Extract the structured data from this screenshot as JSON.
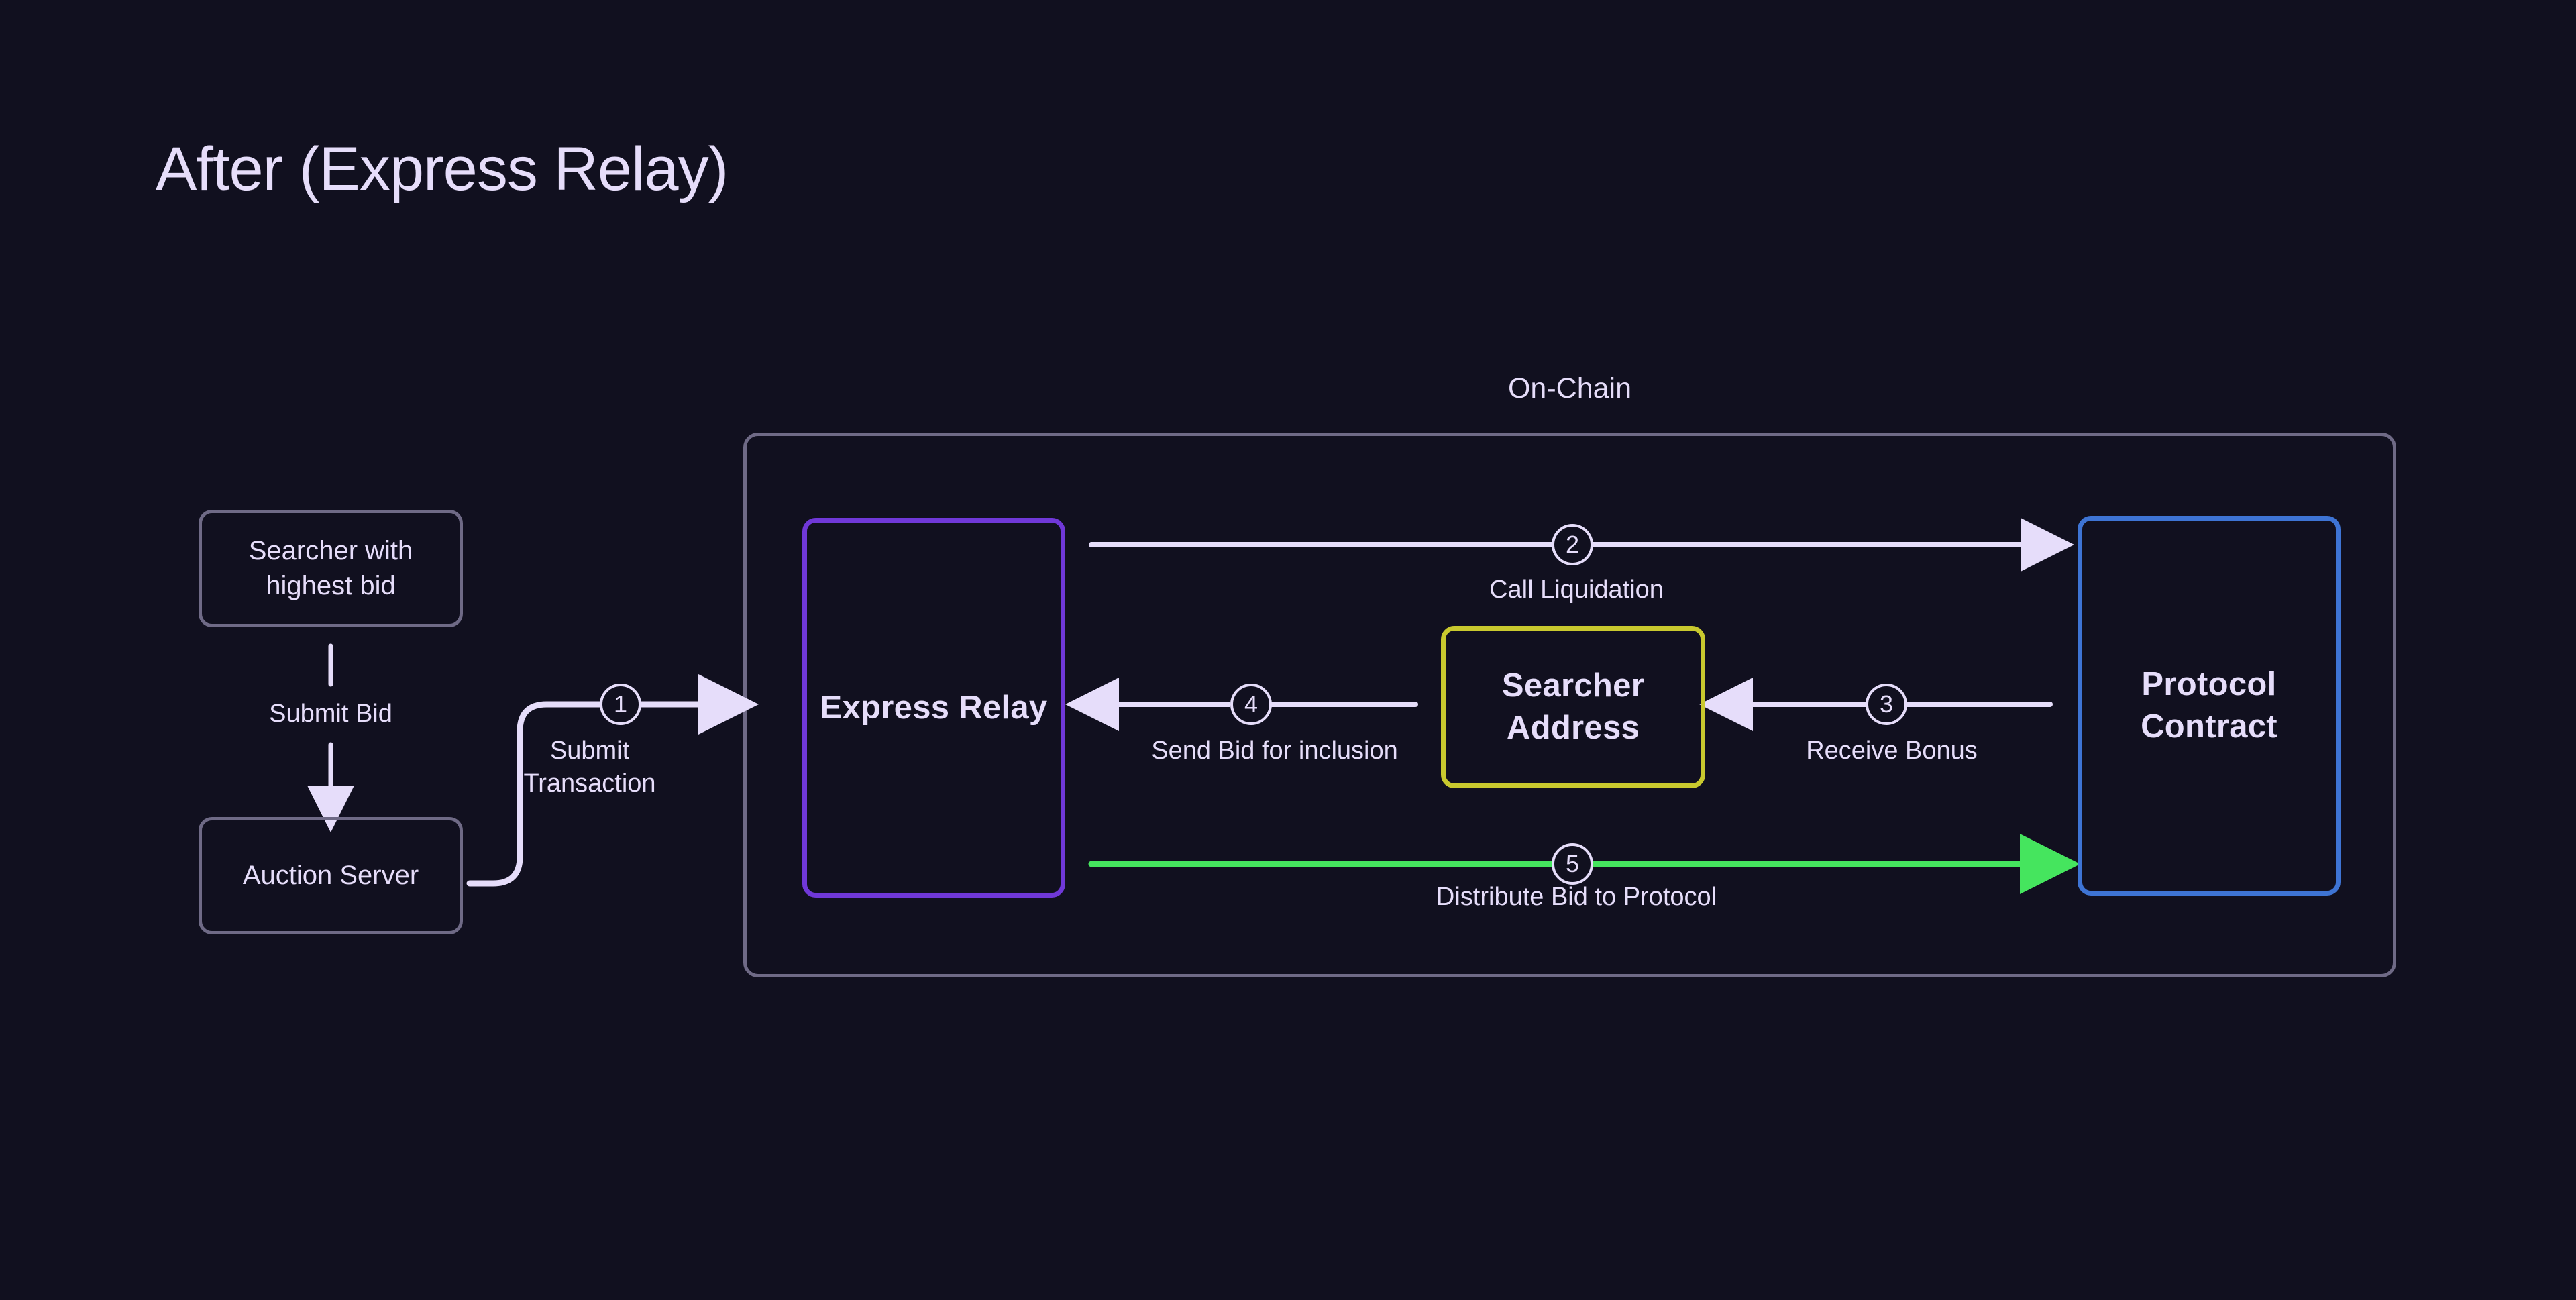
{
  "page": {
    "title": "After (Express Relay)",
    "background_color": "#11101f",
    "text_color": "#e6ddfa"
  },
  "onchain_group": {
    "label": "On-Chain",
    "border_color": "#6f6a86"
  },
  "nodes": [
    {
      "id": "searcher-with-highest-bid",
      "label": "Searcher with\nhighest bid",
      "style": "plain",
      "border_color": "#6f6a86"
    },
    {
      "id": "auction-server",
      "label": "Auction Server",
      "style": "plain",
      "border_color": "#6f6a86"
    },
    {
      "id": "express-relay",
      "label": "Express\nRelay",
      "style": "accent",
      "border_color": "#7038d8"
    },
    {
      "id": "searcher-address",
      "label": "Searcher\nAddress",
      "style": "accent",
      "border_color": "#c9c92e"
    },
    {
      "id": "protocol-contract",
      "label": "Protocol\nContract",
      "style": "accent",
      "border_color": "#3e74d4"
    }
  ],
  "edges": [
    {
      "id": "submit-bid",
      "label": "Submit Bid",
      "from": "searcher-with-highest-bid",
      "to": "auction-server",
      "direction": "down",
      "color": "#e6ddfa",
      "step": null
    },
    {
      "id": "submit-transaction",
      "label": "Submit\nTransaction",
      "from": "auction-server",
      "to": "express-relay",
      "direction": "right",
      "color": "#e6ddfa",
      "step": "1"
    },
    {
      "id": "call-liquidation",
      "label": "Call Liquidation",
      "from": "express-relay",
      "to": "protocol-contract",
      "direction": "right",
      "color": "#e6ddfa",
      "step": "2"
    },
    {
      "id": "receive-bonus",
      "label": "Receive Bonus",
      "from": "protocol-contract",
      "to": "searcher-address",
      "direction": "left",
      "color": "#e6ddfa",
      "step": "3"
    },
    {
      "id": "send-bid-for-inclusion",
      "label": "Send Bid for inclusion",
      "from": "searcher-address",
      "to": "express-relay",
      "direction": "left",
      "color": "#e6ddfa",
      "step": "4"
    },
    {
      "id": "distribute-bid-to-protocol",
      "label": "Distribute Bid to Protocol",
      "from": "express-relay",
      "to": "protocol-contract",
      "direction": "right",
      "color": "#45e55e",
      "step": "5"
    }
  ],
  "steps": {
    "one": "1",
    "two": "2",
    "three": "3",
    "four": "4",
    "five": "5"
  }
}
